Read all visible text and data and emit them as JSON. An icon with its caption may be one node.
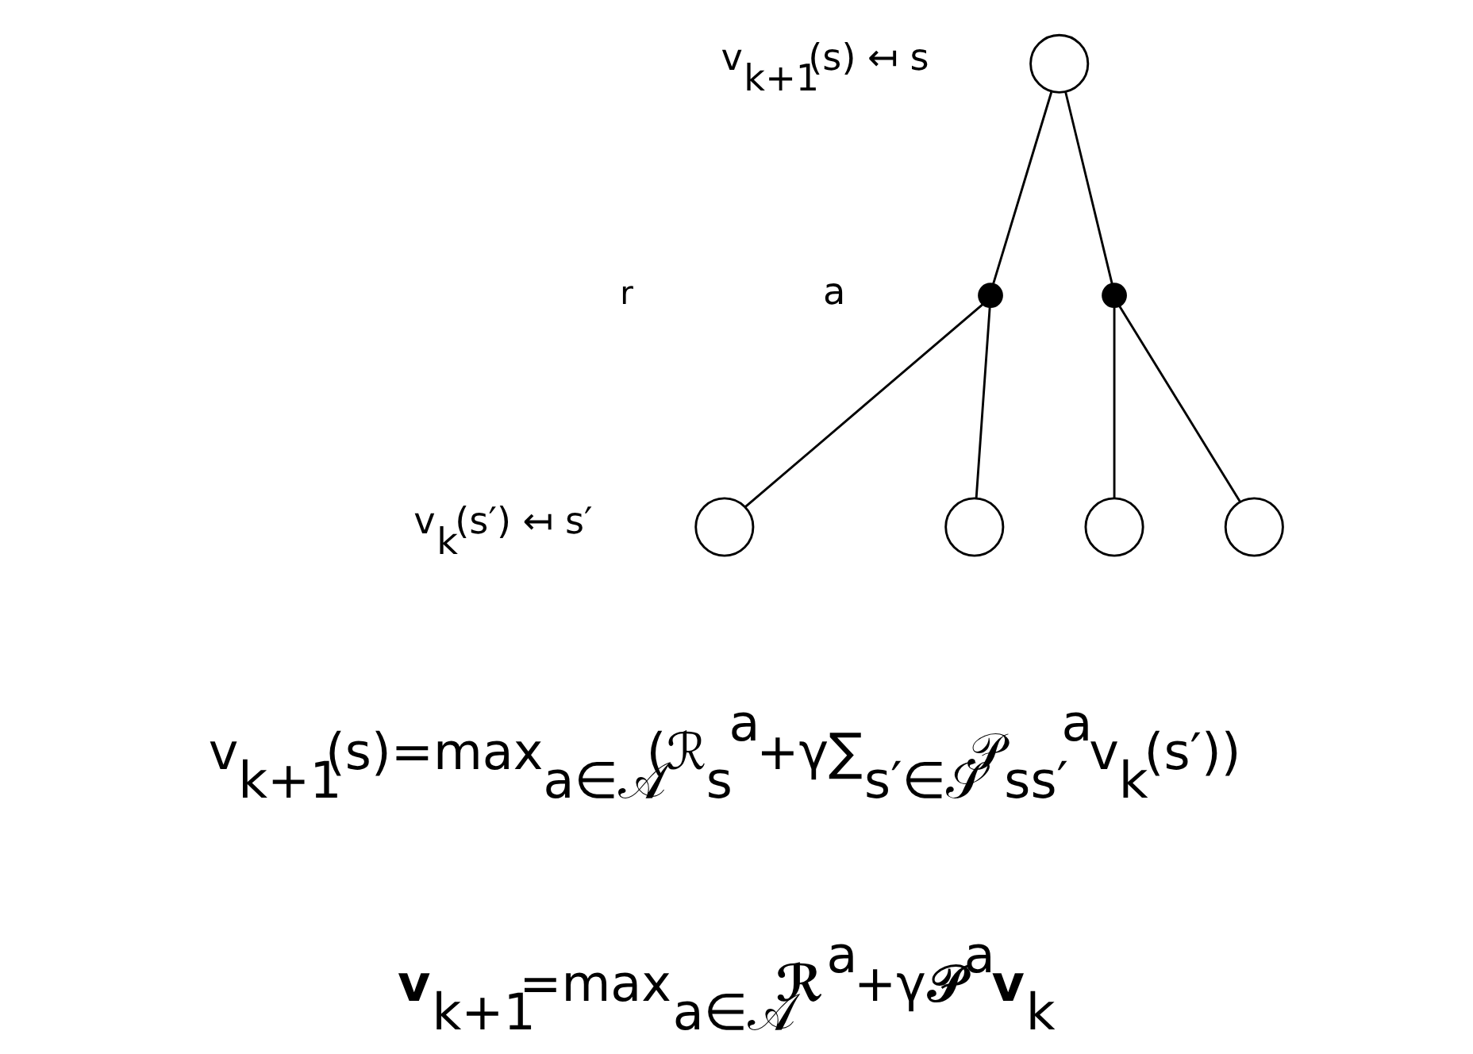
{
  "diagram": {
    "nodes": [
      {
        "text": [],
        "shape": "circle",
        "beside": [
          "v$_{k+1}$(s) ↤ s"
        ]
      },
      {
        "text": [],
        "shape": "circle",
        "beside": [
          "a"
        ]
      },
      {
        "text": [],
        "shape": "circle"
      },
      {
        "text": [],
        "shape": "circle",
        "beside": [
          "v$_{k}$(s′) ↤ s′"
        ]
      },
      {
        "text": [],
        "shape": "circle"
      },
      {
        "text": [],
        "shape": "circle"
      },
      {
        "text": [],
        "shape": "circle"
      }
    ],
    "edges": [
      {
        "from": 0,
        "to": 1,
        "arrow": "none"
      },
      {
        "from": 0,
        "to": 2,
        "arrow": "none"
      },
      {
        "from": 1,
        "to": 3,
        "arrow": "none"
      },
      {
        "from": 1,
        "to": 4,
        "arrow": "none"
      },
      {
        "from": 2,
        "to": 5,
        "arrow": "none"
      },
      {
        "from": 2,
        "to": 6,
        "arrow": "none"
      }
    ],
    "labels": [
      "r",
      "v$_{k+1}$(s)=max$_{a∈𝒜}$(ℛ$_{s}$$^{a}$+γ∑$_{s′∈𝒮}$𝒫$_{ss′}$$^{a}$v$_{k}$(s′))",
      "**v**$_{k+1}$=max$_{a∈𝒜}$**ℛ**$^{a}$+γ**𝒫**$^{a}$**v**$_{k}$"
    ]
  }
}
